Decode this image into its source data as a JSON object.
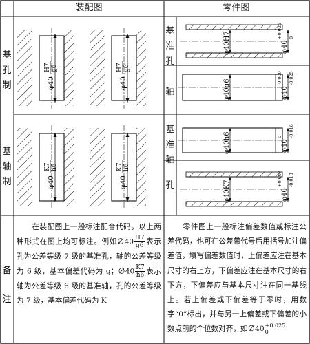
{
  "header": {
    "assembly": "装配图",
    "part": "零件图"
  },
  "rows": {
    "hole_basis": {
      "label": [
        "基",
        "孔",
        "制"
      ],
      "assembly_fit_left": {
        "base": "φ40",
        "num": "H7",
        "den": "g6"
      },
      "assembly_fit_right": {
        "base": "φ40",
        "num": "H7",
        "den": "g6"
      },
      "hole": {
        "label": [
          "基",
          "准",
          "孔"
        ],
        "code_dim": "φ40H7",
        "dev_dim": {
          "base": "φ40",
          "upper": "+0.025",
          "lower": "0"
        }
      },
      "shaft": {
        "label": [
          "轴"
        ],
        "code_dim": "φ40g6",
        "dev_dim": {
          "base": "φ40",
          "upper": "-0.009",
          "lower": "-0.025"
        }
      }
    },
    "shaft_basis": {
      "label": [
        "基",
        "轴",
        "制"
      ],
      "assembly_fit_left": {
        "base": "φ40",
        "num": "K7",
        "den": "h6"
      },
      "assembly_fit_right": {
        "base": "φ40",
        "num": "K7",
        "den": "h6"
      },
      "shaft": {
        "label": [
          "基",
          "准",
          "轴"
        ],
        "code_dim": "φ40h6",
        "dev_dim": {
          "base": "φ40",
          "upper": "0",
          "lower": "-0.016"
        }
      },
      "hole": {
        "label": [
          "孔"
        ],
        "code_dim": "φ40K7",
        "dev_dim": {
          "base": "φ40",
          "upper": "+0.007",
          "lower": "-0.018"
        }
      }
    }
  },
  "notes": {
    "label": [
      "备",
      "注"
    ],
    "left": {
      "p1": "在装配图上一般标注配合代码，以上两种形式在图上均可标注。例如",
      "ex1_base": "∅40",
      "ex1_num": "H7",
      "ex1_den": "g6",
      "p2": "表示孔为公差等级 7 级的基准孔，轴的公差等级为 6 级，基本偏差代码为 g；",
      "ex2_base": "∅40",
      "ex2_num": "K7",
      "ex2_den": "h6",
      "p3": "表示轴为公差等级 6 级的基准轴，孔的公差等级为 7 级，基本偏差代码为 K"
    },
    "right": {
      "p1": "零件图上一般标注偏差数值或标注公差代码，也可在公差带代号后用括号加注偏差值，填写偏差数值时，上偏差应注在基本尺寸的右上方，下偏差应注在基本尺寸的右下方，下偏差应与基本尺寸注在同一基线上。若上偏差或下偏差等于零时，用数字“0”标出，并与另一上偏差或下偏差的小数点前的个位数对齐，如",
      "ex_base": "∅40",
      "ex_upper": "+0.025",
      "ex_lower": "0"
    }
  }
}
